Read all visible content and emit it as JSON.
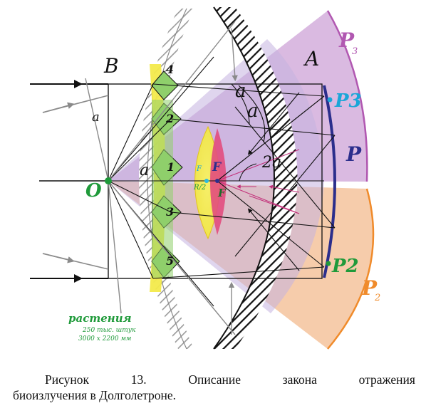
{
  "diagram": {
    "labels": {
      "B": "B",
      "A": "A",
      "O": "O",
      "alpha": "a",
      "two_alpha": "2a",
      "F": "F",
      "F_sub": "F",
      "F1": "F",
      "R2": "R/2",
      "P": "P",
      "P2_big": "P2",
      "P3_big": "P3",
      "P2_ital": "P",
      "P2_sub": "2",
      "P3_ital": "P",
      "P3_sub": "3",
      "cell_1": "1",
      "cell_2": "2",
      "cell_3": "3",
      "cell_4": "4",
      "cell_5": "5"
    },
    "plants": {
      "title": "растения",
      "line1": "250 тыс. штук",
      "line2": "3000 х 2200 мм"
    },
    "colors": {
      "violet": "#c9a3d6",
      "orange": "#f7b989",
      "navy": "#2b2e8c",
      "green_label": "#1f9a3a",
      "cyan_label": "#1aa6d8",
      "magenta": "#e0447a",
      "yellow": "#f2ea4b",
      "green_cell": "#8fcf6b"
    }
  },
  "caption": {
    "w1": "Рисунок",
    "w2": "13.",
    "w3": "Описание",
    "w4": "закона",
    "w5": "отражения",
    "line2": "биоизлучения в Долголетроне."
  }
}
